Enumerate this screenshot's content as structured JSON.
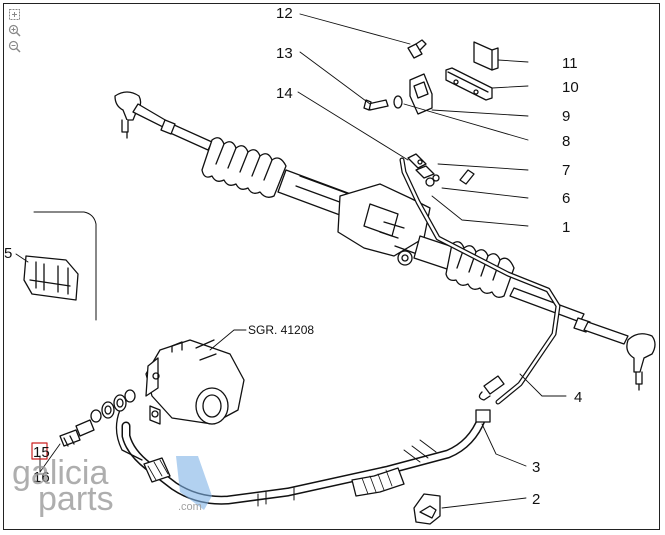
{
  "diagram": {
    "reference_label": "SGR. 41208",
    "callouts": {
      "c1": "1",
      "c2": "2",
      "c3": "3",
      "c4": "4",
      "c5": "5",
      "c6": "6",
      "c7": "7",
      "c8": "8",
      "c9": "9",
      "c10": "10",
      "c11": "11",
      "c12": "12",
      "c13": "13",
      "c14": "14",
      "c15": "15",
      "c16": "16"
    }
  },
  "watermark": {
    "line1": "galicia",
    "line2": "parts",
    "suffix": ".com"
  },
  "zoom_tools": [
    "fit-icon",
    "zoom-in-icon",
    "zoom-out-icon"
  ],
  "colors": {
    "line": "#111111",
    "highlight_box": "#cc2222",
    "watermark_blue": "#7fb2e5",
    "watermark_gray": "#9a9a9a"
  }
}
